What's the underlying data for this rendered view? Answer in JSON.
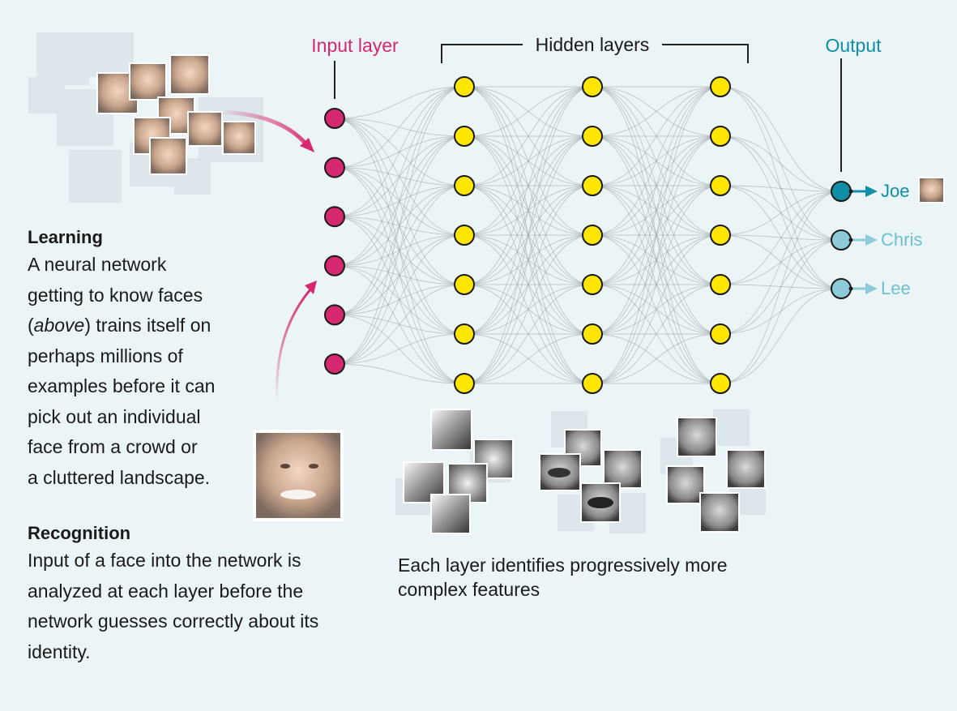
{
  "labels": {
    "input_layer": "Input layer",
    "hidden_layers": "Hidden layers",
    "output": "Output"
  },
  "layers": {
    "input_count": 6,
    "hidden_count": 7,
    "hidden_layer_total": 3
  },
  "outputs": [
    {
      "name": "Joe",
      "active": true
    },
    {
      "name": "Chris",
      "active": false
    },
    {
      "name": "Lee",
      "active": false
    }
  ],
  "learning": {
    "heading": "Learning",
    "lines": [
      "A neural network",
      "getting to know faces",
      "(above) trains itself on",
      "perhaps millions of",
      "examples before it can",
      "pick out an individual",
      "face from a crowd or",
      "a cluttered landscape."
    ]
  },
  "recognition": {
    "heading": "Recognition",
    "lines": [
      "Input of a face into the network is",
      "analyzed at each layer before the",
      "network guesses correctly about its",
      "identity."
    ]
  },
  "features_caption": {
    "lines": [
      "Each layer identifies progressively more",
      "complex features"
    ]
  },
  "colors": {
    "input_node": "#d6286e",
    "hidden_node": "#ffe600",
    "output_active": "#0f8fa6",
    "output_inactive": "#8ccbd7",
    "edge": "#9aa3a6",
    "background": "#ebf4f6"
  }
}
